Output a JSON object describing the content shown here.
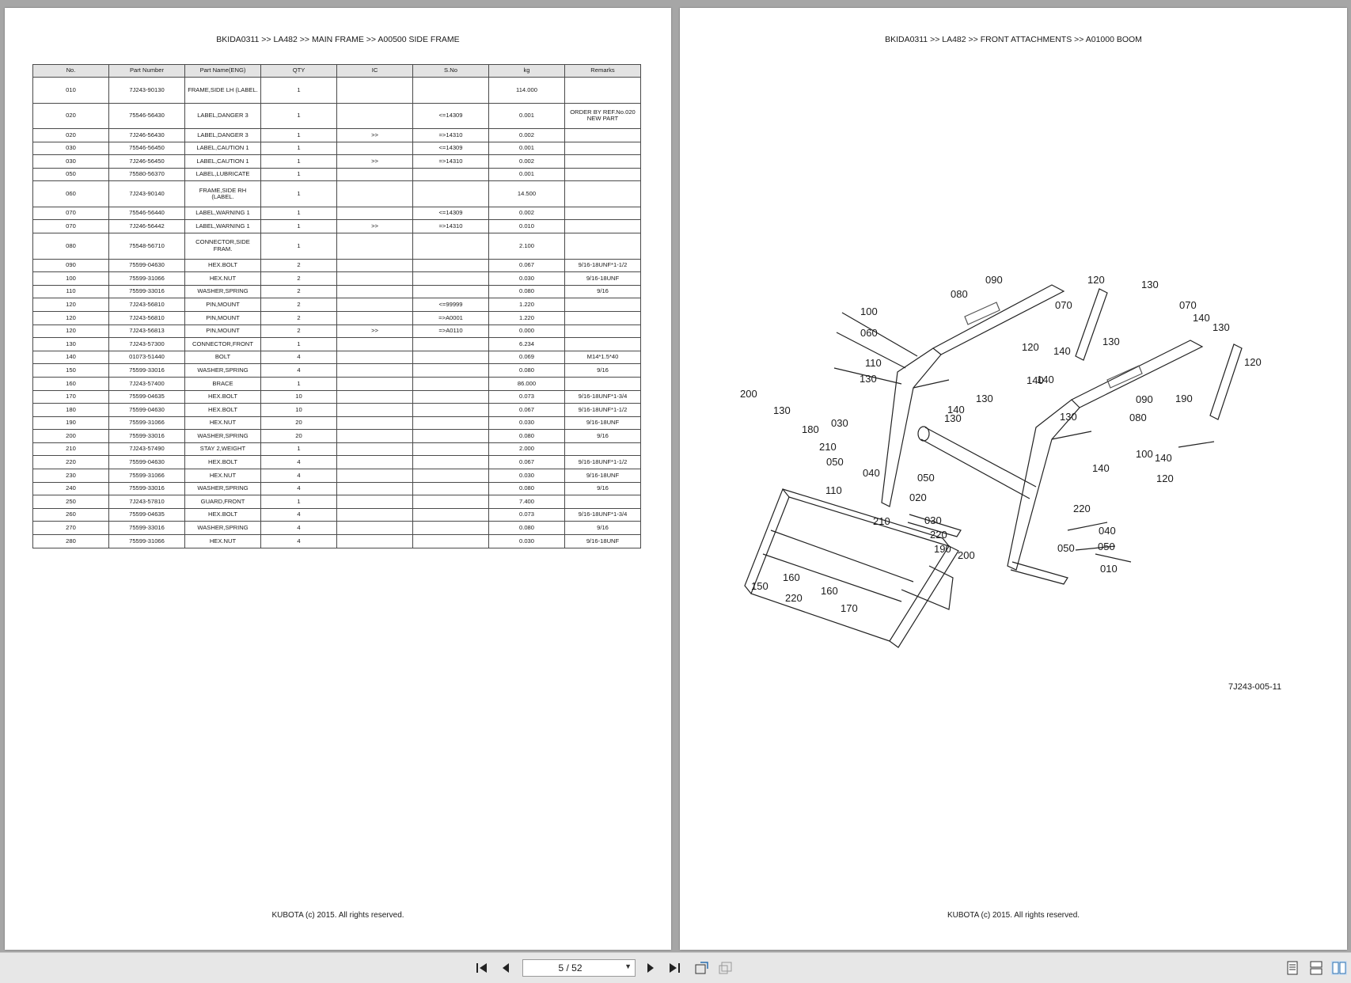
{
  "left_page": {
    "header": "BKIDA0311 >> LA482 >> MAIN FRAME >> A00500   SIDE FRAME",
    "footer": "KUBOTA (c) 2015. All rights reserved.",
    "columns": [
      "No.",
      "Part Number",
      "Part Name(ENG)",
      "QTY",
      "IC",
      "S.No",
      "kg",
      "Remarks"
    ],
    "rows": [
      {
        "no": "010",
        "part": "7J243-90130",
        "name": "FRAME,SIDE LH (LABEL.",
        "qty": "1",
        "ic": "",
        "sno": "",
        "kg": "114.000",
        "remarks": "",
        "tall": true
      },
      {
        "no": "020",
        "part": "75546-56430",
        "name": "LABEL,DANGER 3",
        "qty": "1",
        "ic": "",
        "sno": "<=14309",
        "kg": "0.001",
        "remarks": "ORDER BY REF.No.020 NEW PART",
        "tall": true
      },
      {
        "no": "020",
        "part": "7J246-56430",
        "name": "LABEL,DANGER 3",
        "qty": "1",
        "ic": ">>",
        "sno": "=>14310",
        "kg": "0.002",
        "remarks": ""
      },
      {
        "no": "030",
        "part": "75546-56450",
        "name": "LABEL,CAUTION 1",
        "qty": "1",
        "ic": "",
        "sno": "<=14309",
        "kg": "0.001",
        "remarks": ""
      },
      {
        "no": "030",
        "part": "7J246-56450",
        "name": "LABEL,CAUTION 1",
        "qty": "1",
        "ic": ">>",
        "sno": "=>14310",
        "kg": "0.002",
        "remarks": ""
      },
      {
        "no": "050",
        "part": "75580-56370",
        "name": "LABEL,LUBRICATE",
        "qty": "1",
        "ic": "",
        "sno": "",
        "kg": "0.001",
        "remarks": ""
      },
      {
        "no": "060",
        "part": "7J243-90140",
        "name": "FRAME,SIDE RH (LABEL.",
        "qty": "1",
        "ic": "",
        "sno": "",
        "kg": "14.500",
        "remarks": "",
        "tall": true
      },
      {
        "no": "070",
        "part": "75546-56440",
        "name": "LABEL,WARNING 1",
        "qty": "1",
        "ic": "",
        "sno": "<=14309",
        "kg": "0.002",
        "remarks": ""
      },
      {
        "no": "070",
        "part": "7J246-56442",
        "name": "LABEL,WARNING 1",
        "qty": "1",
        "ic": ">>",
        "sno": "=>14310",
        "kg": "0.010",
        "remarks": ""
      },
      {
        "no": "080",
        "part": "75548-56710",
        "name": "CONNECTOR,SIDE FRAM.",
        "qty": "1",
        "ic": "",
        "sno": "",
        "kg": "2.100",
        "remarks": "",
        "tall": true
      },
      {
        "no": "090",
        "part": "75599-04630",
        "name": "HEX.BOLT",
        "qty": "2",
        "ic": "",
        "sno": "",
        "kg": "0.067",
        "remarks": "9/16-18UNF*1-1/2"
      },
      {
        "no": "100",
        "part": "75599-31066",
        "name": "HEX.NUT",
        "qty": "2",
        "ic": "",
        "sno": "",
        "kg": "0.030",
        "remarks": "9/16-18UNF"
      },
      {
        "no": "110",
        "part": "75599-33016",
        "name": "WASHER,SPRING",
        "qty": "2",
        "ic": "",
        "sno": "",
        "kg": "0.080",
        "remarks": "9/16"
      },
      {
        "no": "120",
        "part": "7J243-56810",
        "name": "PIN,MOUNT",
        "qty": "2",
        "ic": "",
        "sno": "<=99999",
        "kg": "1.220",
        "remarks": ""
      },
      {
        "no": "120",
        "part": "7J243-56810",
        "name": "PIN,MOUNT",
        "qty": "2",
        "ic": "",
        "sno": "=>A0001",
        "kg": "1.220",
        "remarks": ""
      },
      {
        "no": "120",
        "part": "7J243-56813",
        "name": "PIN,MOUNT",
        "qty": "2",
        "ic": ">>",
        "sno": "=>A0110",
        "kg": "0.000",
        "remarks": ""
      },
      {
        "no": "130",
        "part": "7J243-57300",
        "name": "CONNECTOR,FRONT",
        "qty": "1",
        "ic": "",
        "sno": "",
        "kg": "6.234",
        "remarks": ""
      },
      {
        "no": "140",
        "part": "01073-51440",
        "name": "BOLT",
        "qty": "4",
        "ic": "",
        "sno": "",
        "kg": "0.069",
        "remarks": "M14*1.5*40"
      },
      {
        "no": "150",
        "part": "75599-33016",
        "name": "WASHER,SPRING",
        "qty": "4",
        "ic": "",
        "sno": "",
        "kg": "0.080",
        "remarks": "9/16"
      },
      {
        "no": "160",
        "part": "7J243-57400",
        "name": "BRACE",
        "qty": "1",
        "ic": "",
        "sno": "",
        "kg": "86.000",
        "remarks": ""
      },
      {
        "no": "170",
        "part": "75599-04635",
        "name": "HEX.BOLT",
        "qty": "10",
        "ic": "",
        "sno": "",
        "kg": "0.073",
        "remarks": "9/16-18UNF*1-3/4"
      },
      {
        "no": "180",
        "part": "75599-04630",
        "name": "HEX.BOLT",
        "qty": "10",
        "ic": "",
        "sno": "",
        "kg": "0.067",
        "remarks": "9/16-18UNF*1-1/2"
      },
      {
        "no": "190",
        "part": "75599-31066",
        "name": "HEX.NUT",
        "qty": "20",
        "ic": "",
        "sno": "",
        "kg": "0.030",
        "remarks": "9/16-18UNF"
      },
      {
        "no": "200",
        "part": "75599-33016",
        "name": "WASHER,SPRING",
        "qty": "20",
        "ic": "",
        "sno": "",
        "kg": "0.080",
        "remarks": "9/16"
      },
      {
        "no": "210",
        "part": "7J243-57490",
        "name": "STAY 2,WEIGHT",
        "qty": "1",
        "ic": "",
        "sno": "",
        "kg": "2.000",
        "remarks": ""
      },
      {
        "no": "220",
        "part": "75599-04630",
        "name": "HEX.BOLT",
        "qty": "4",
        "ic": "",
        "sno": "",
        "kg": "0.067",
        "remarks": "9/16-18UNF*1-1/2"
      },
      {
        "no": "230",
        "part": "75599-31066",
        "name": "HEX.NUT",
        "qty": "4",
        "ic": "",
        "sno": "",
        "kg": "0.030",
        "remarks": "9/16-18UNF"
      },
      {
        "no": "240",
        "part": "75599-33016",
        "name": "WASHER,SPRING",
        "qty": "4",
        "ic": "",
        "sno": "",
        "kg": "0.080",
        "remarks": "9/16"
      },
      {
        "no": "250",
        "part": "7J243-57810",
        "name": "GUARD,FRONT",
        "qty": "1",
        "ic": "",
        "sno": "",
        "kg": "7.400",
        "remarks": ""
      },
      {
        "no": "260",
        "part": "75599-04635",
        "name": "HEX.BOLT",
        "qty": "4",
        "ic": "",
        "sno": "",
        "kg": "0.073",
        "remarks": "9/16-18UNF*1-3/4"
      },
      {
        "no": "270",
        "part": "75599-33016",
        "name": "WASHER,SPRING",
        "qty": "4",
        "ic": "",
        "sno": "",
        "kg": "0.080",
        "remarks": "9/16"
      },
      {
        "no": "280",
        "part": "75599-31066",
        "name": "HEX.NUT",
        "qty": "4",
        "ic": "",
        "sno": "",
        "kg": "0.030",
        "remarks": "9/16-18UNF"
      }
    ]
  },
  "right_page": {
    "header": "BKIDA0311 >> LA482 >> FRONT ATTACHMENTS >> A01000   BOOM",
    "footer": "KUBOTA (c) 2015. All rights reserved.",
    "figure_number": "7J243-005-11",
    "callouts": [
      "090",
      "120",
      "130",
      "080",
      "070",
      "070",
      "140",
      "130",
      "100",
      "060",
      "140",
      "130",
      "120",
      "140",
      "110",
      "130",
      "140",
      "120",
      "140",
      "130",
      "200",
      "130",
      "190",
      "090",
      "130",
      "080",
      "030",
      "180",
      "130",
      "210",
      "050",
      "040",
      "100",
      "140",
      "140",
      "120",
      "050",
      "220",
      "110",
      "020",
      "050",
      "030",
      "210",
      "220",
      "040",
      "190",
      "050",
      "200",
      "010",
      "150",
      "160",
      "220",
      "160",
      "170"
    ]
  },
  "toolbar": {
    "page_indicator": "5 / 52",
    "icons": [
      "first-page-icon",
      "prev-page-icon",
      "next-page-icon",
      "last-page-icon",
      "rotate-icon",
      "fit-icon",
      "single-page-icon",
      "continuous-icon",
      "two-page-icon"
    ]
  }
}
